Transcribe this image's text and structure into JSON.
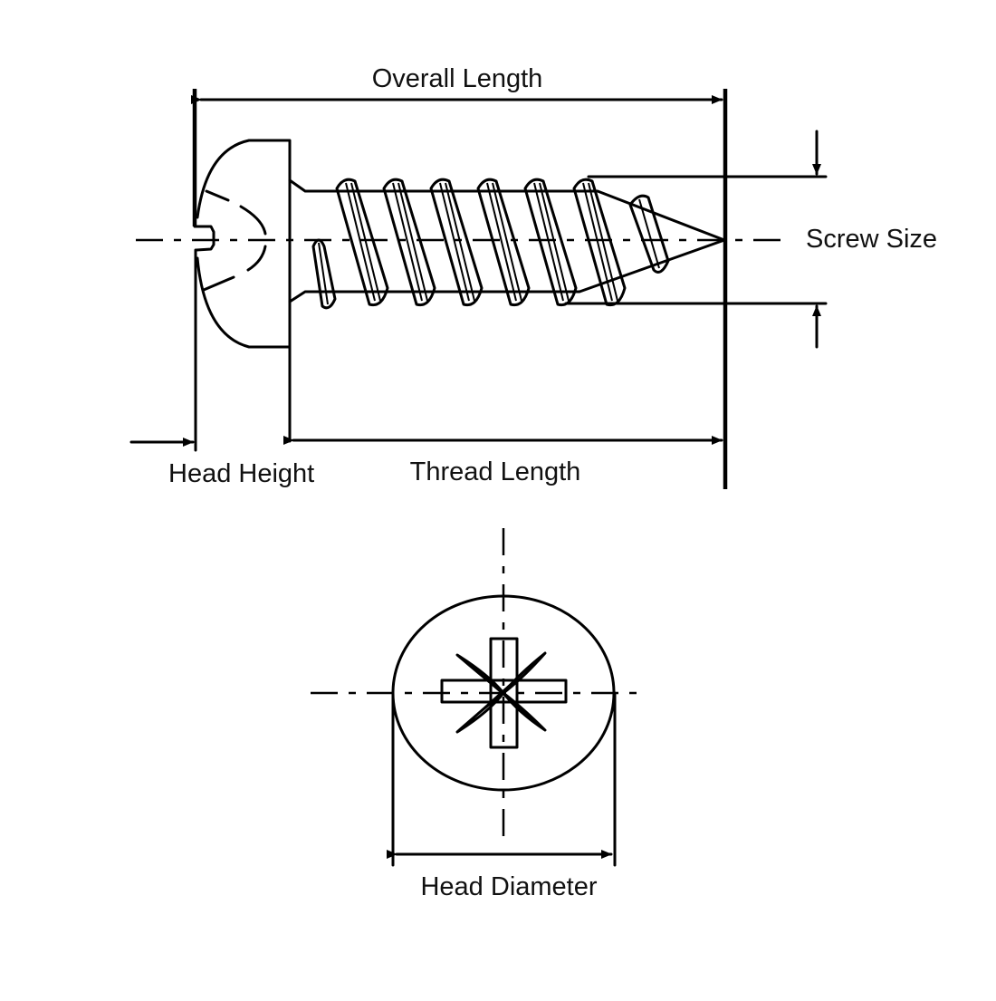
{
  "labels": {
    "overall_length": "Overall Length",
    "screw_size": "Screw Size",
    "head_height": "Head Height",
    "thread_length": "Thread Length",
    "head_diameter": "Head Diameter"
  },
  "colors": {
    "line": "#000000",
    "background": "#ffffff"
  }
}
